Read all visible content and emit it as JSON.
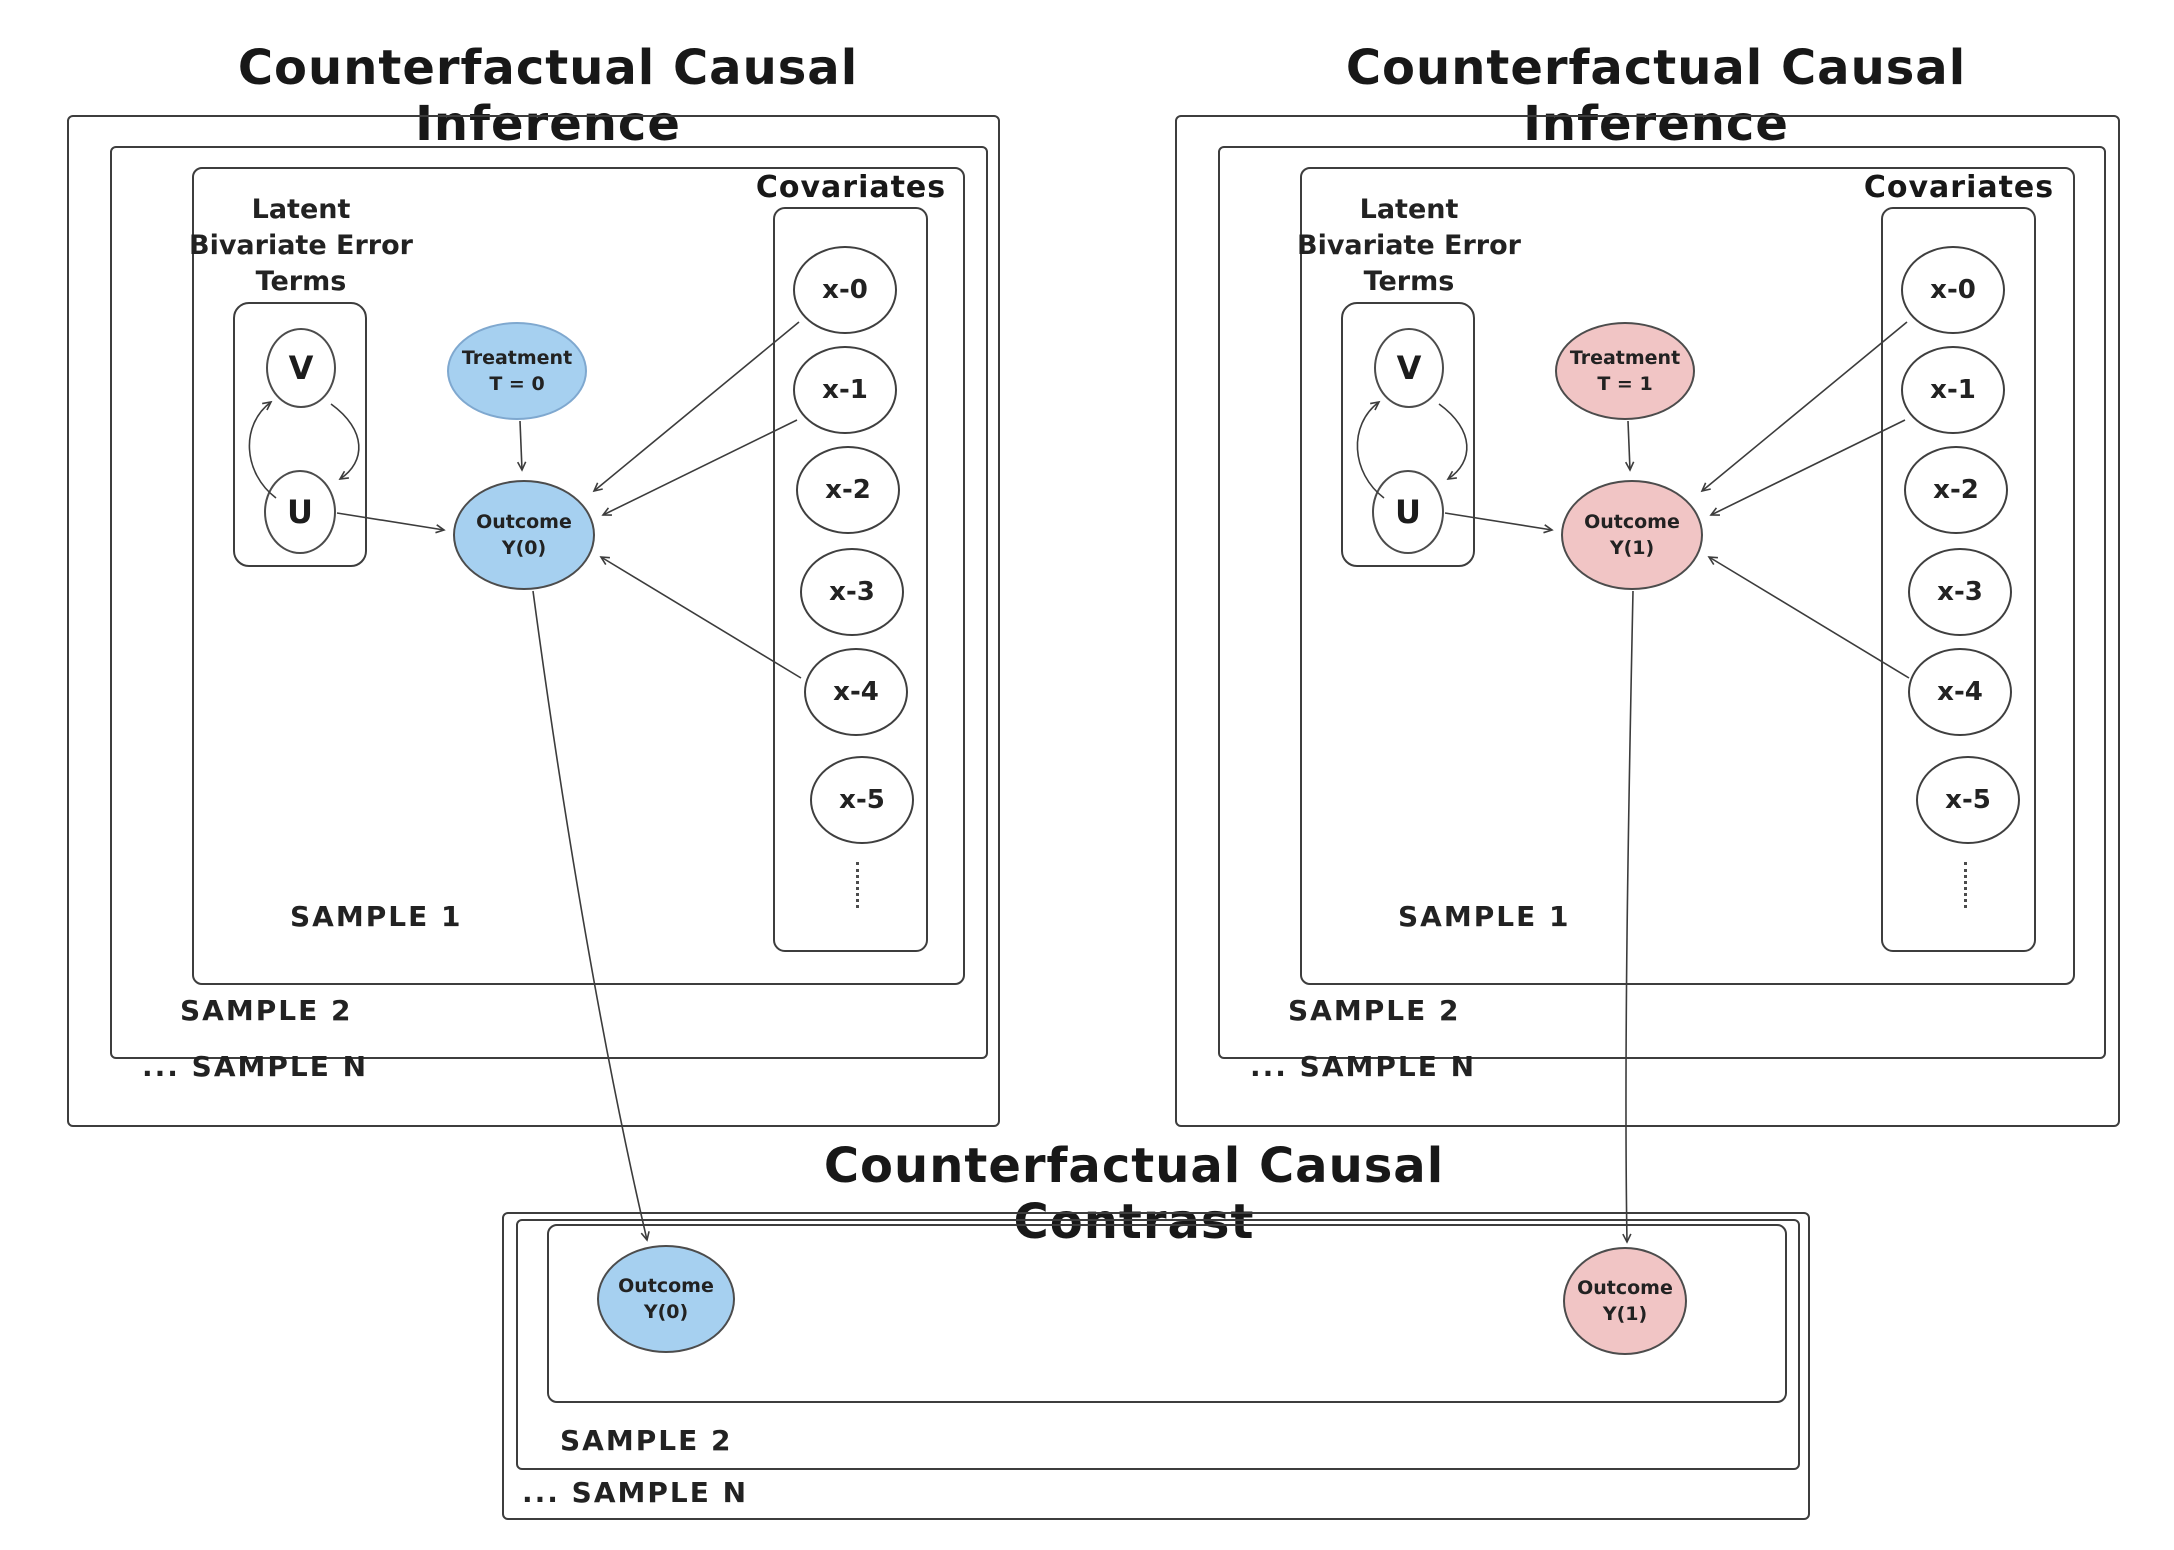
{
  "colors": {
    "control_fill": "#a6d0f0",
    "control_stroke": "#7fa8cf",
    "treated_fill": "#f1c5c5",
    "node_stroke": "#4c4c4c",
    "line": "#3c3c3c"
  },
  "left_panel": {
    "title": "Counterfactual Causal Inference",
    "latent_label": [
      "Latent",
      "Bivariate Error",
      "Terms"
    ],
    "v_label": "V",
    "u_label": "U",
    "treatment": {
      "line1": "Treatment",
      "line2": "T = 0"
    },
    "outcome": {
      "line1": "Outcome",
      "line2": "Y(0)"
    },
    "covariates_title": "Covariates",
    "covariates": [
      "x-0",
      "x-1",
      "x-2",
      "x-3",
      "x-4",
      "x-5"
    ],
    "sample1": "SAMPLE 1",
    "sample2": "SAMPLE 2",
    "sampleN": "... SAMPLE N"
  },
  "right_panel": {
    "title": "Counterfactual Causal Inference",
    "latent_label": [
      "Latent",
      "Bivariate Error",
      "Terms"
    ],
    "v_label": "V",
    "u_label": "U",
    "treatment": {
      "line1": "Treatment",
      "line2": "T = 1"
    },
    "outcome": {
      "line1": "Outcome",
      "line2": "Y(1)"
    },
    "covariates_title": "Covariates",
    "covariates": [
      "x-0",
      "x-1",
      "x-2",
      "x-3",
      "x-4",
      "x-5"
    ],
    "sample1": "SAMPLE 1",
    "sample2": "SAMPLE 2",
    "sampleN": "... SAMPLE N"
  },
  "contrast_panel": {
    "title": "Counterfactual Causal Contrast",
    "outcome0": {
      "line1": "Outcome",
      "line2": "Y(0)"
    },
    "outcome1": {
      "line1": "Outcome",
      "line2": "Y(1)"
    },
    "sample2": "SAMPLE 2",
    "sampleN": "... SAMPLE N"
  }
}
